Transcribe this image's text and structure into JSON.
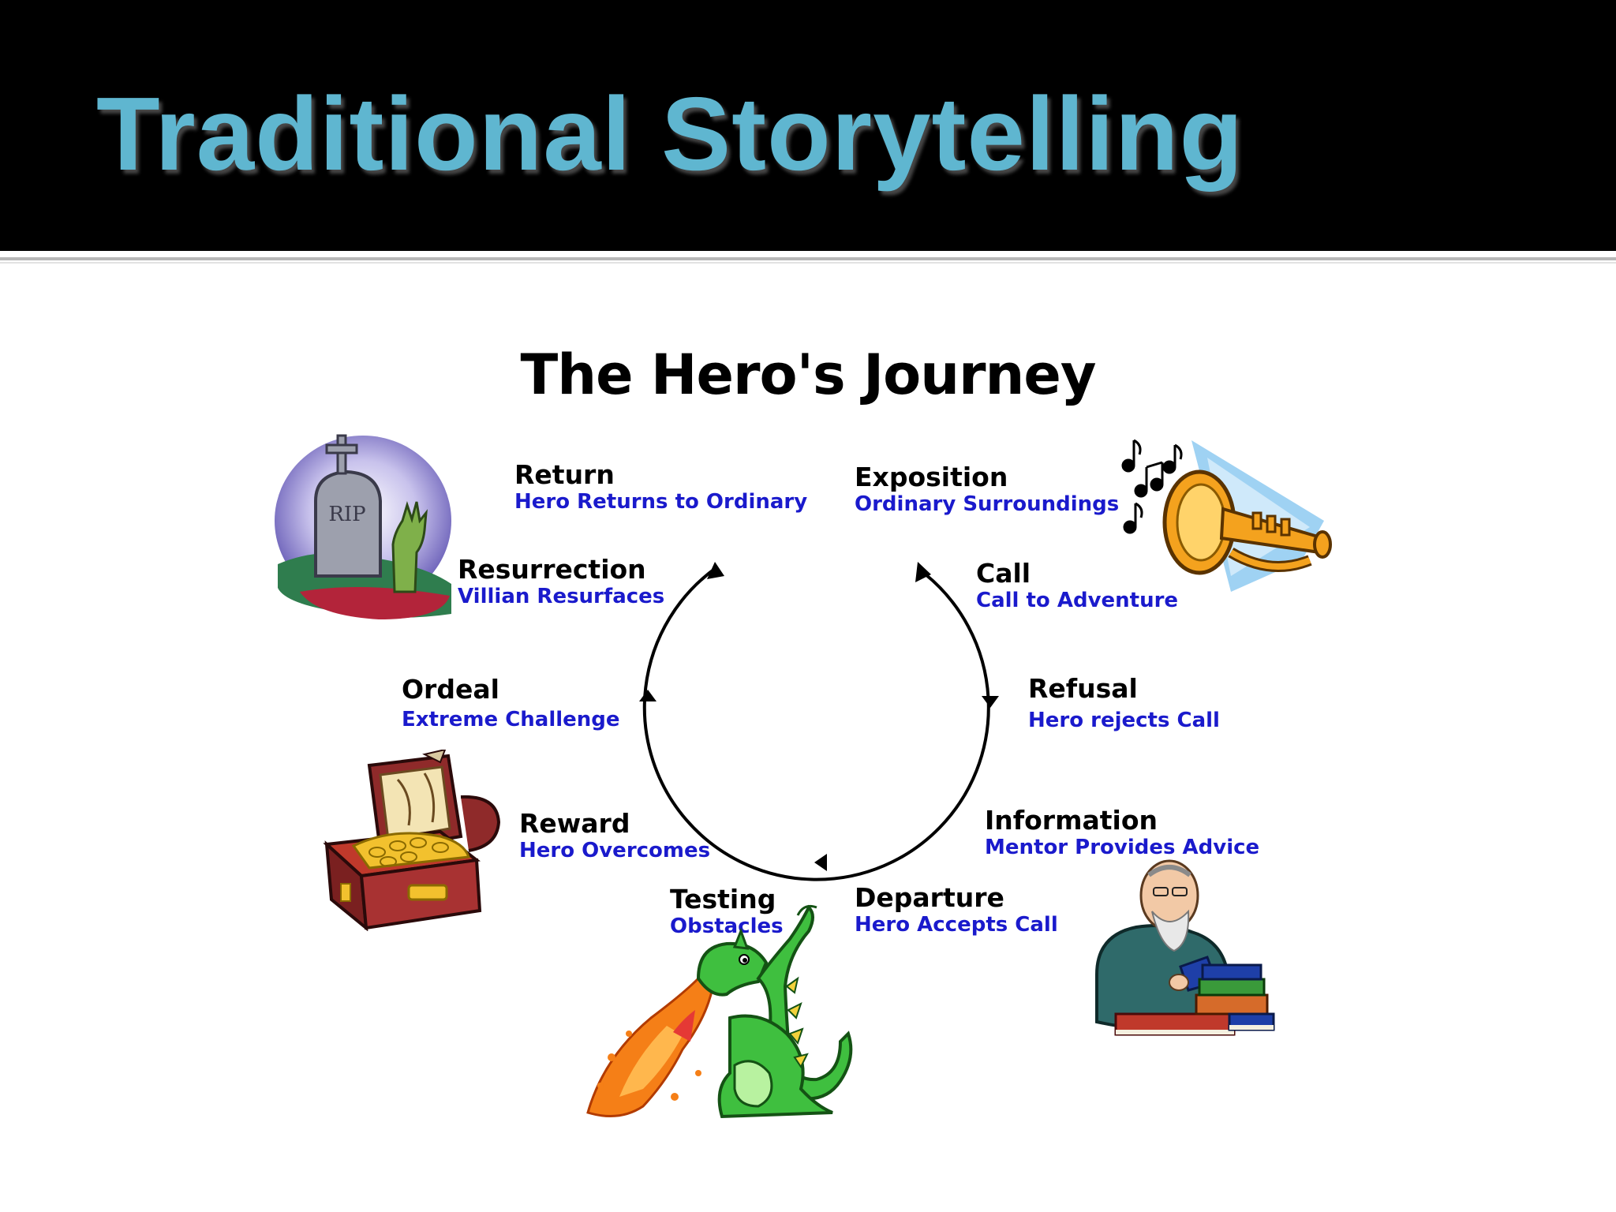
{
  "slide": {
    "title": "Traditional Storytelling"
  },
  "diagram": {
    "title": "The Hero's Journey",
    "stages": [
      {
        "id": "exposition",
        "name": "Exposition",
        "description": "Ordinary Surroundings"
      },
      {
        "id": "call",
        "name": "Call",
        "description": "Call to Adventure"
      },
      {
        "id": "refusal",
        "name": "Refusal",
        "description": "Hero rejects Call"
      },
      {
        "id": "information",
        "name": "Information",
        "description": "Mentor Provides Advice"
      },
      {
        "id": "departure",
        "name": "Departure",
        "description": "Hero Accepts Call"
      },
      {
        "id": "testing",
        "name": "Testing",
        "description": "Obstacles"
      },
      {
        "id": "reward",
        "name": "Reward",
        "description": "Hero Overcomes"
      },
      {
        "id": "ordeal",
        "name": "Ordeal",
        "description": "Extreme Challenge"
      },
      {
        "id": "resurrection",
        "name": "Resurrection",
        "description": "Villian Resurfaces"
      },
      {
        "id": "return",
        "name": "Return",
        "description": "Hero Returns to Ordinary"
      }
    ],
    "gravestone_text": "RIP"
  },
  "colors": {
    "header_bg": "#000000",
    "title_text": "#5fb6d0",
    "stage_name": "#000000",
    "stage_description": "#1a1acc",
    "cycle_stroke": "#000000"
  },
  "icons": [
    "gravestone-zombie-hand-icon",
    "trumpet-music-notes-icon",
    "treasure-chest-icon",
    "dragon-fire-icon",
    "wizard-reading-books-icon"
  ]
}
